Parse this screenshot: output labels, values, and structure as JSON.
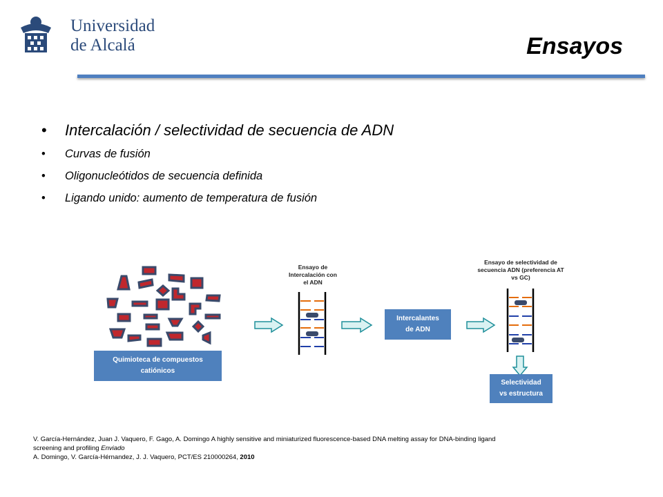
{
  "header": {
    "logo_line1": "Universidad",
    "logo_line2": "de Alcalá",
    "title": "Ensayos"
  },
  "bullets": [
    "Intercalación / selectividad de secuencia de ADN",
    "Curvas de fusión",
    "Oligonucleótidos de secuencia definida",
    "Ligando unido: aumento de temperatura de fusión"
  ],
  "diagram": {
    "library_label": "Quimioteca de compuestos catiónicos",
    "intercalation_label": "Ensayo de Intercalación con el ADN",
    "intercalators_label": "Intercalantes de ADN",
    "selectivity_assay_label": "Ensayo de selectividad de secuencia ADN (preferencia AT vs GC)",
    "selectivity_label": "Selectividad vs estructura",
    "colors": {
      "box": "#4f81bd",
      "compound": "#c0272d",
      "strand_orange": "#e46c0a",
      "strand_blue": "#1f3fa8"
    }
  },
  "references": {
    "line1": "V. García-Hernández, Juan J. Vaquero, F. Gago, A. Domingo  A highly sensitive and miniaturized fluorescence-based DNA melting assay for DNA-binding ligand",
    "line2_text": " screening and profiling ",
    "line2_status": "Enviado",
    "line3_text": "A. Domingo, V. García-Hérnandez, J. J. Vaquero, PCT/ES 210000264, ",
    "line3_year": "2010"
  }
}
